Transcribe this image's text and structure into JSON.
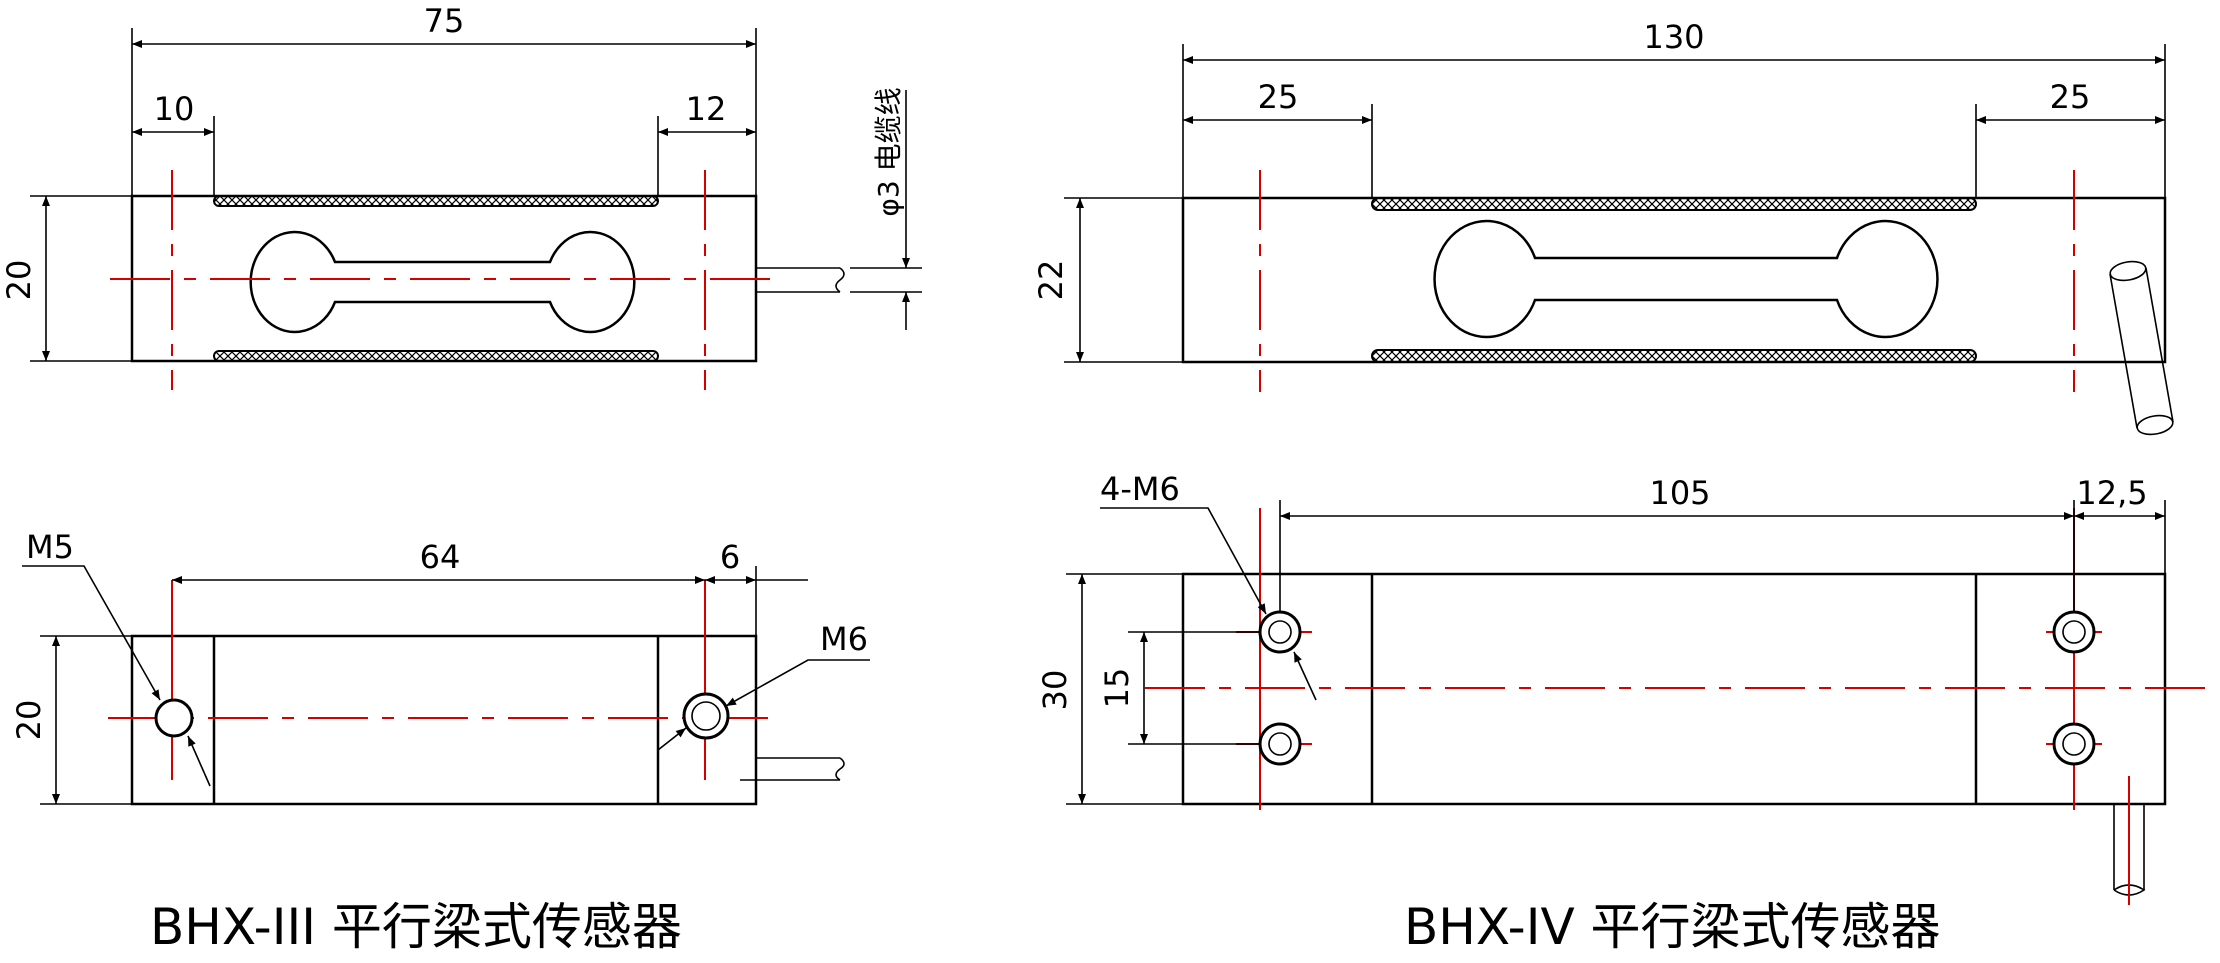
{
  "left_model": {
    "title": "BHX-III 平行梁式传感器",
    "top_view": {
      "dim_total_length": "75",
      "dim_left": "10",
      "dim_right": "12",
      "dim_height": "20",
      "cable_label": "φ3 电缆线"
    },
    "bottom_view": {
      "dim_hole_spacing": "64",
      "dim_right_offset": "6",
      "dim_height": "20",
      "left_thread": "M5",
      "right_thread": "M6"
    }
  },
  "right_model": {
    "title": "BHX-IV 平行梁式传感器",
    "top_view": {
      "dim_total_length": "130",
      "dim_left": "25",
      "dim_right": "25",
      "dim_height": "22"
    },
    "bottom_view": {
      "dim_hole_spacing": "105",
      "dim_right_offset": "12,5",
      "dim_height": "30",
      "dim_hole_vertical": "15",
      "thread": "4-M6"
    }
  }
}
